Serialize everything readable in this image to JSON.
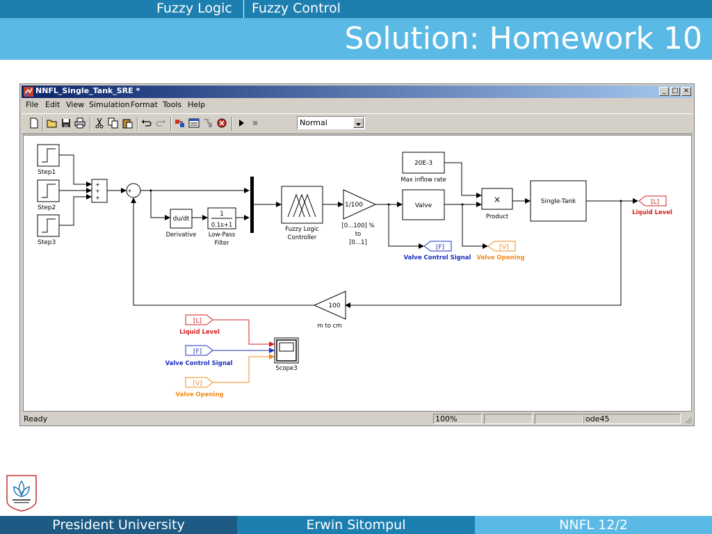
{
  "header": {
    "section": "Fuzzy Logic",
    "subsection": "Fuzzy Control",
    "title": "Solution: Homework 10"
  },
  "window": {
    "title": "NNFL_Single_Tank_SRE *",
    "controls": [
      "_",
      "□",
      "×"
    ],
    "menu": [
      "File",
      "Edit",
      "View",
      "Simulation",
      "Format",
      "Tools",
      "Help"
    ],
    "toolbar_icons": [
      "new-icon",
      "open-icon",
      "save-icon",
      "print-icon",
      "cut-icon",
      "copy-icon",
      "paste-icon",
      "undo-icon",
      "redo-icon",
      "library-browser-icon",
      "model-explorer-icon",
      "debugger-icon",
      "build-icon",
      "start-icon",
      "stop-icon"
    ],
    "sim_mode": "Normal",
    "status": {
      "ready": "Ready",
      "zoom": "100%",
      "solver": "ode45"
    }
  },
  "diagram": {
    "blocks": {
      "step1": "Step1",
      "step2": "Step2",
      "step3": "Step3",
      "derivative": "du/dt",
      "derivative_label": "Derivative",
      "lpf_num": "1",
      "lpf_den": "0.1s+1",
      "lpf_label_1": "Low-Pass",
      "lpf_label_2": "Filter",
      "flc_label_1": "Fuzzy Logic",
      "flc_label_2": "Controller",
      "gain1": "1/100",
      "gain1_label_1": "[0...100] %",
      "gain1_label_2": "to",
      "gain1_label_3": "[0...1]",
      "max_inflow": "20E-3",
      "max_inflow_label": "Max inflow rate",
      "valve": "Valve",
      "product_symbol": "×",
      "product_label": "Product",
      "tank": "Single-Tank",
      "gain2": "100",
      "gain2_label": "m to cm",
      "scope_label": "Scope3"
    },
    "tags": {
      "L": "[L]",
      "F": "[F]",
      "V": "[V]",
      "liquid_level": "Liquid Level",
      "valve_control_signal": "Valve Control Signal",
      "valve_opening": "Valve Opening"
    },
    "colors": {
      "red": "#d42020",
      "blue": "#1a2fc0",
      "orange": "#f08a1e"
    }
  },
  "footer": {
    "left": "President University",
    "center": "Erwin Sitompul",
    "right": "NNFL 12/2",
    "colors": [
      "#1d5b85",
      "#1d7fb0",
      "#5ab9e5"
    ]
  }
}
